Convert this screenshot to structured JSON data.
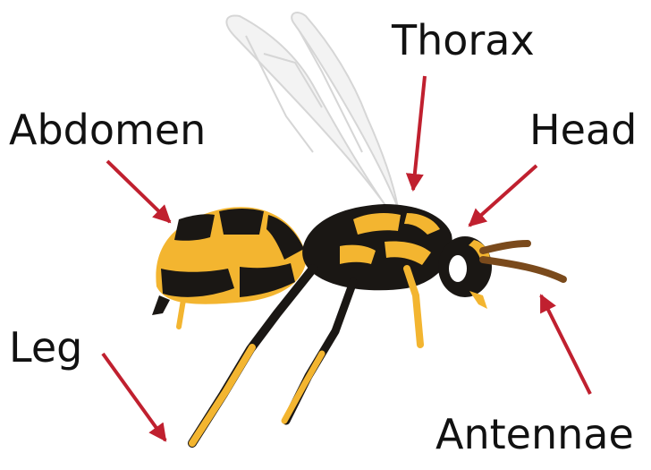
{
  "labels": {
    "abdomen": "Abdomen",
    "thorax": "Thorax",
    "head": "Head",
    "leg": "Leg",
    "antennae": "Antennae"
  },
  "colors": {
    "arrow": "#c0202f",
    "yellow": "#f3b530",
    "black": "#1a1714",
    "wing": "#dcdcdc",
    "antenna": "#7a4a1c"
  }
}
